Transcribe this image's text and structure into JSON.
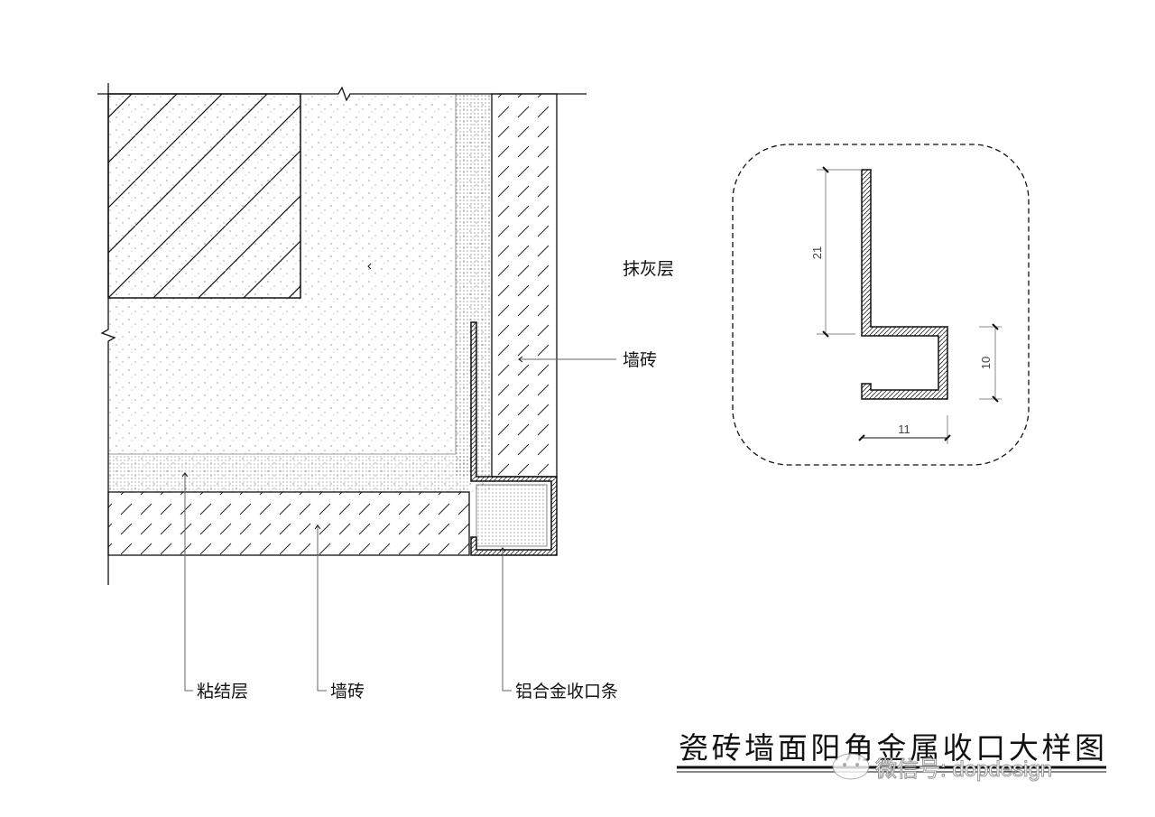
{
  "labels": {
    "plaster_layer": "抹灰层",
    "wall_tile_right": "墙砖",
    "adhesive_layer": "粘结层",
    "wall_tile_bottom": "墙砖",
    "aluminum_trim": "铝合金收口条"
  },
  "detail": {
    "dim_height": "21",
    "dim_depth": "10",
    "dim_width": "11"
  },
  "title": "瓷砖墙面阳角金属收口大样图",
  "watermark": "微信号: dopdesign"
}
